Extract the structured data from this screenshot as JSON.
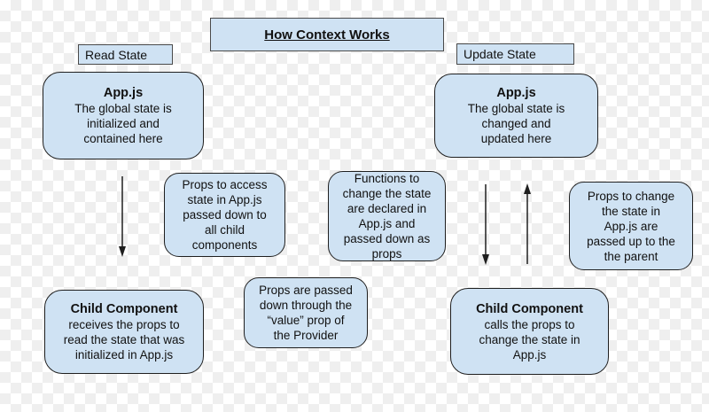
{
  "diagram": {
    "title": "How Context Works",
    "read_label": "Read State",
    "update_label": "Update State",
    "nodes": {
      "app_left": {
        "heading": "App.js",
        "body": "The global state is\ninitialized and\ncontained here"
      },
      "app_right": {
        "heading": "App.js",
        "body": "The global state is\nchanged and\nupdated here"
      },
      "note_read_props": "Props to access\nstate in App.js\npassed down to\nall child\ncomponents",
      "note_functions": "Functions to\nchange the state\nare declared in\nApp.js and\npassed down as\nprops",
      "note_update_props": "Props to change\nthe state in\nApp.js are\npassed up to the\nthe parent",
      "note_provider": "Props are passed\ndown through the\n“value” prop of\nthe Provider",
      "child_left": {
        "heading": "Child Component",
        "body": "receives the props to\nread the state that was\ninitialized in App.js"
      },
      "child_right": {
        "heading": "Child Component",
        "body": "calls the props to\nchange the state in\nApp.js"
      }
    },
    "colors": {
      "node_fill": "#cfe2f3",
      "node_border": "#1f1f1f",
      "label_border": "#4a4a4a",
      "arrow": "#1f1f1f",
      "checker": "#efefef"
    }
  }
}
